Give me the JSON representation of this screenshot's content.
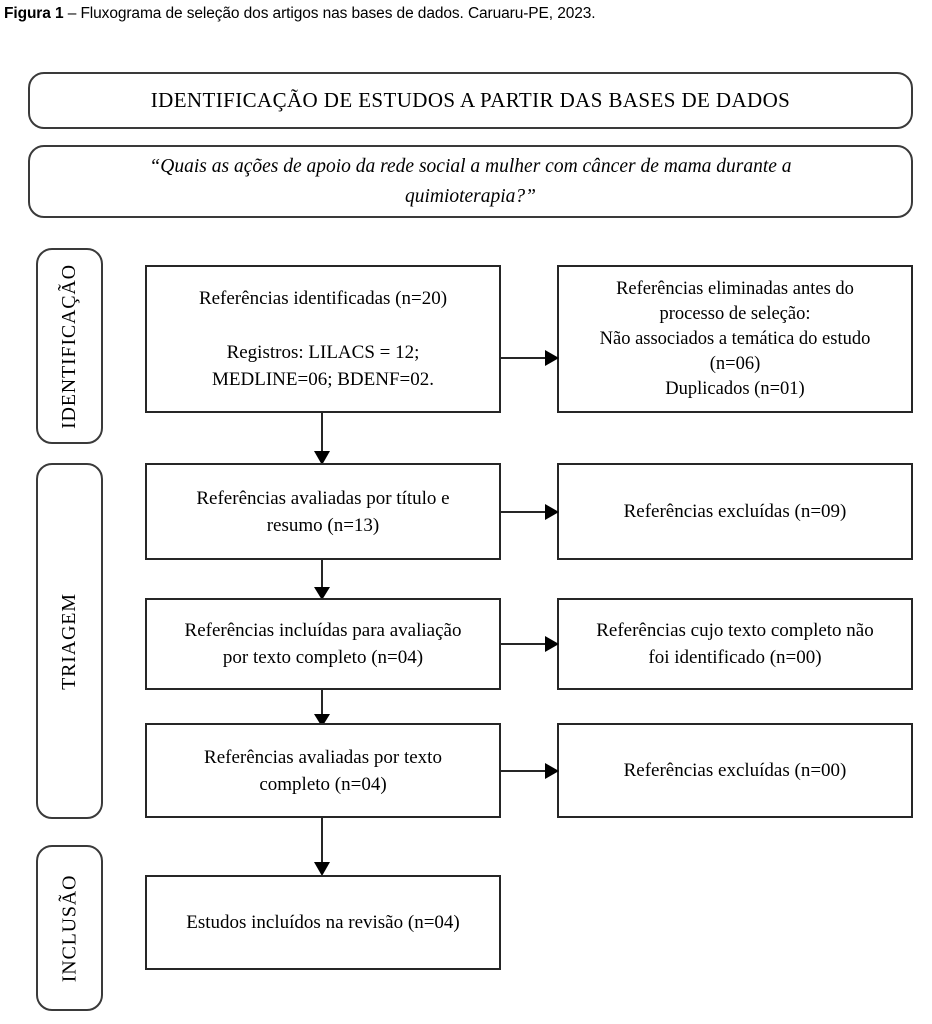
{
  "caption": {
    "label": "Figura 1",
    "dash": " – ",
    "text": "Fluxograma de seleção dos artigos nas bases de dados. Caruaru-PE, 2023."
  },
  "banners": {
    "identification": "IDENTIFICAÇÃO DE ESTUDOS A PARTIR DAS BASES DE DADOS",
    "question": "“Quais as ações de apoio da rede social a mulher com câncer de mama durante a\nquimioterapia?”"
  },
  "stages": [
    {
      "id": "identificacao",
      "label": "IDENTIFICAÇÃO"
    },
    {
      "id": "triagem",
      "label": "TRIAGEM"
    },
    {
      "id": "inclusao",
      "label": "INCLUSÃO"
    }
  ],
  "nodes": {
    "identified": "Referências identificadas (n=20)\n\nRegistros: LILACS = 12;\nMEDLINE=06; BDENF=02.",
    "removed_before": "Referências eliminadas antes do\nprocesso de seleção:\nNão associados a temática do estudo\n(n=06)\nDuplicados (n=01)",
    "screened_title_abstract": "Referências avaliadas por título e\nresumo (n=13)",
    "excluded_title_abstract": "Referências excluídas (n=09)",
    "included_fulltext_eval": "Referências incluídas para avaliação\npor texto completo (n=04)",
    "fulltext_not_retrieved": "Referências cujo texto completo não\nfoi identificado (n=00)",
    "assessed_fulltext": "Referências avaliadas por texto\ncompleto (n=04)",
    "excluded_fulltext": "Referências excluídas (n=00)",
    "included_review": "Estudos incluídos na revisão (n=04)"
  },
  "chart_data": {
    "type": "diagram",
    "title": "Fluxograma de seleção dos artigos nas bases de dados. Caruaru-PE, 2023.",
    "diagram_kind": "PRISMA flow diagram",
    "stages": [
      "IDENTIFICAÇÃO",
      "TRIAGEM",
      "INCLUSÃO"
    ],
    "counts": {
      "identified_total": 20,
      "lilacs": 12,
      "medline": 6,
      "bdenf": 2,
      "removed_not_thematic": 6,
      "removed_duplicates": 1,
      "screened_title_abstract": 13,
      "excluded_title_abstract": 9,
      "included_for_fulltext": 4,
      "fulltext_not_retrieved": 0,
      "assessed_fulltext": 4,
      "excluded_fulltext": 0,
      "included_in_review": 4
    },
    "edges": [
      {
        "from": "identified",
        "to": "removed_before",
        "direction": "right"
      },
      {
        "from": "identified",
        "to": "screened_title_abstract",
        "direction": "down"
      },
      {
        "from": "screened_title_abstract",
        "to": "excluded_title_abstract",
        "direction": "right"
      },
      {
        "from": "screened_title_abstract",
        "to": "included_fulltext_eval",
        "direction": "down"
      },
      {
        "from": "included_fulltext_eval",
        "to": "fulltext_not_retrieved",
        "direction": "right"
      },
      {
        "from": "included_fulltext_eval",
        "to": "assessed_fulltext",
        "direction": "down"
      },
      {
        "from": "assessed_fulltext",
        "to": "excluded_fulltext",
        "direction": "right"
      },
      {
        "from": "assessed_fulltext",
        "to": "included_review",
        "direction": "down"
      }
    ]
  },
  "colors": {
    "border": "#262626",
    "banner_border": "#3a3a3a",
    "text": "#000000",
    "background": "#ffffff"
  }
}
